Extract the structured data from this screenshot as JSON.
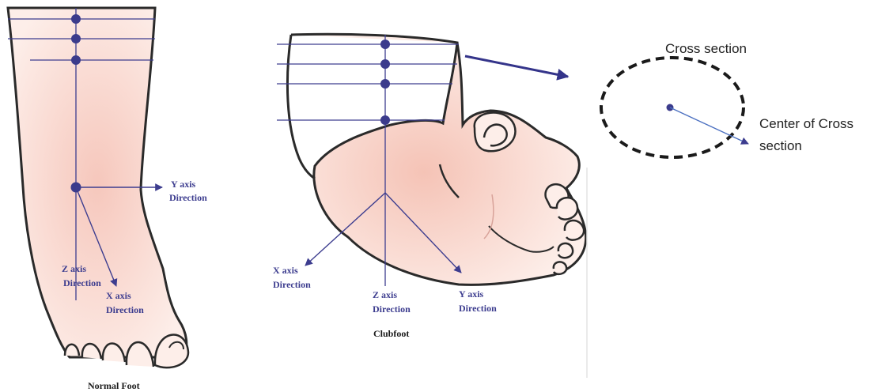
{
  "normal_foot": {
    "title": "Normal Foot",
    "y_axis_line1": "Y axis",
    "y_axis_line2": "Direction",
    "z_axis_line1": "Z axis",
    "z_axis_line2": "Direction",
    "x_axis_line1": "X axis",
    "x_axis_line2": "Direction"
  },
  "clubfoot": {
    "title": "Clubfoot",
    "x_axis_line1": "X axis",
    "x_axis_line2": "Direction",
    "z_axis_line1": "Z axis",
    "z_axis_line2": "Direction",
    "y_axis_line1": "Y axis",
    "y_axis_line2": "Direction"
  },
  "cross_section": {
    "title": "Cross section",
    "center_line1": "Center of Cross",
    "center_line2": "section"
  },
  "colors": {
    "axis": "#3d3d8f",
    "point": "#3b3b8c",
    "outline": "#2a2a2a",
    "skin": "#fbe3dc",
    "skin_shade": "#f3b9ad"
  }
}
